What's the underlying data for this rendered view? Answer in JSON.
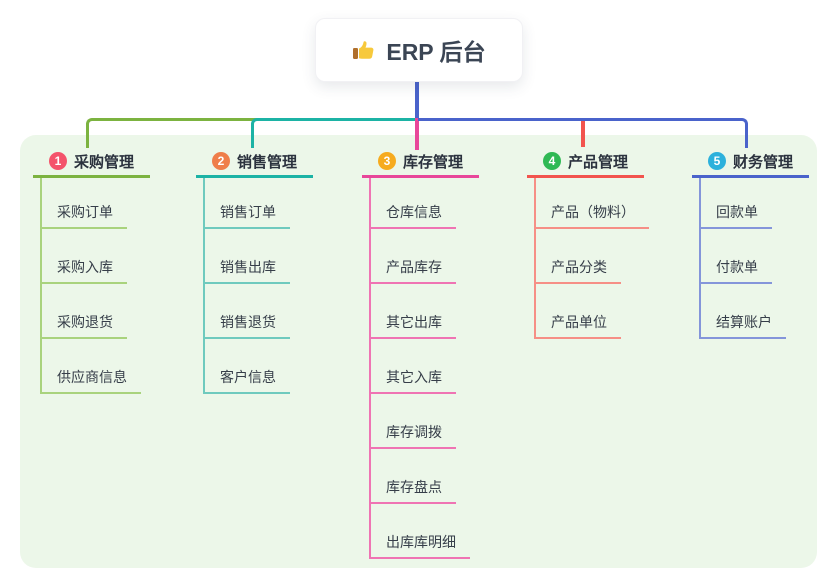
{
  "root": {
    "title": "ERP 后台",
    "icon": "thumbs-up"
  },
  "colors": {
    "trunk": "#4a63cb",
    "panel_bg": "#ecf7e9"
  },
  "branches": [
    {
      "badge": "1",
      "label": "采购管理",
      "badge_color": "#f4536b",
      "line_color": "#7cb340",
      "sub_line_color": "#a9d37d",
      "items": [
        "采购订单",
        "采购入库",
        "采购退货",
        "供应商信息"
      ]
    },
    {
      "badge": "2",
      "label": "销售管理",
      "badge_color": "#ef7e4a",
      "line_color": "#1cb3a5",
      "sub_line_color": "#6fcabe",
      "items": [
        "销售订单",
        "销售出库",
        "销售退货",
        "客户信息"
      ]
    },
    {
      "badge": "3",
      "label": "库存管理",
      "badge_color": "#f6ab1e",
      "line_color": "#e8479a",
      "sub_line_color": "#ef74b3",
      "items": [
        "仓库信息",
        "产品库存",
        "其它出库",
        "其它入库",
        "库存调拨",
        "库存盘点",
        "出库库明细"
      ]
    },
    {
      "badge": "4",
      "label": "产品管理",
      "badge_color": "#2fb954",
      "line_color": "#f2544e",
      "sub_line_color": "#f68f86",
      "items": [
        "产品（物料）",
        "产品分类",
        "产品单位"
      ]
    },
    {
      "badge": "5",
      "label": "财务管理",
      "badge_color": "#2cb1dc",
      "line_color": "#4a63cb",
      "sub_line_color": "#8495da",
      "items": [
        "回款单",
        "付款单",
        "结算账户"
      ]
    }
  ]
}
